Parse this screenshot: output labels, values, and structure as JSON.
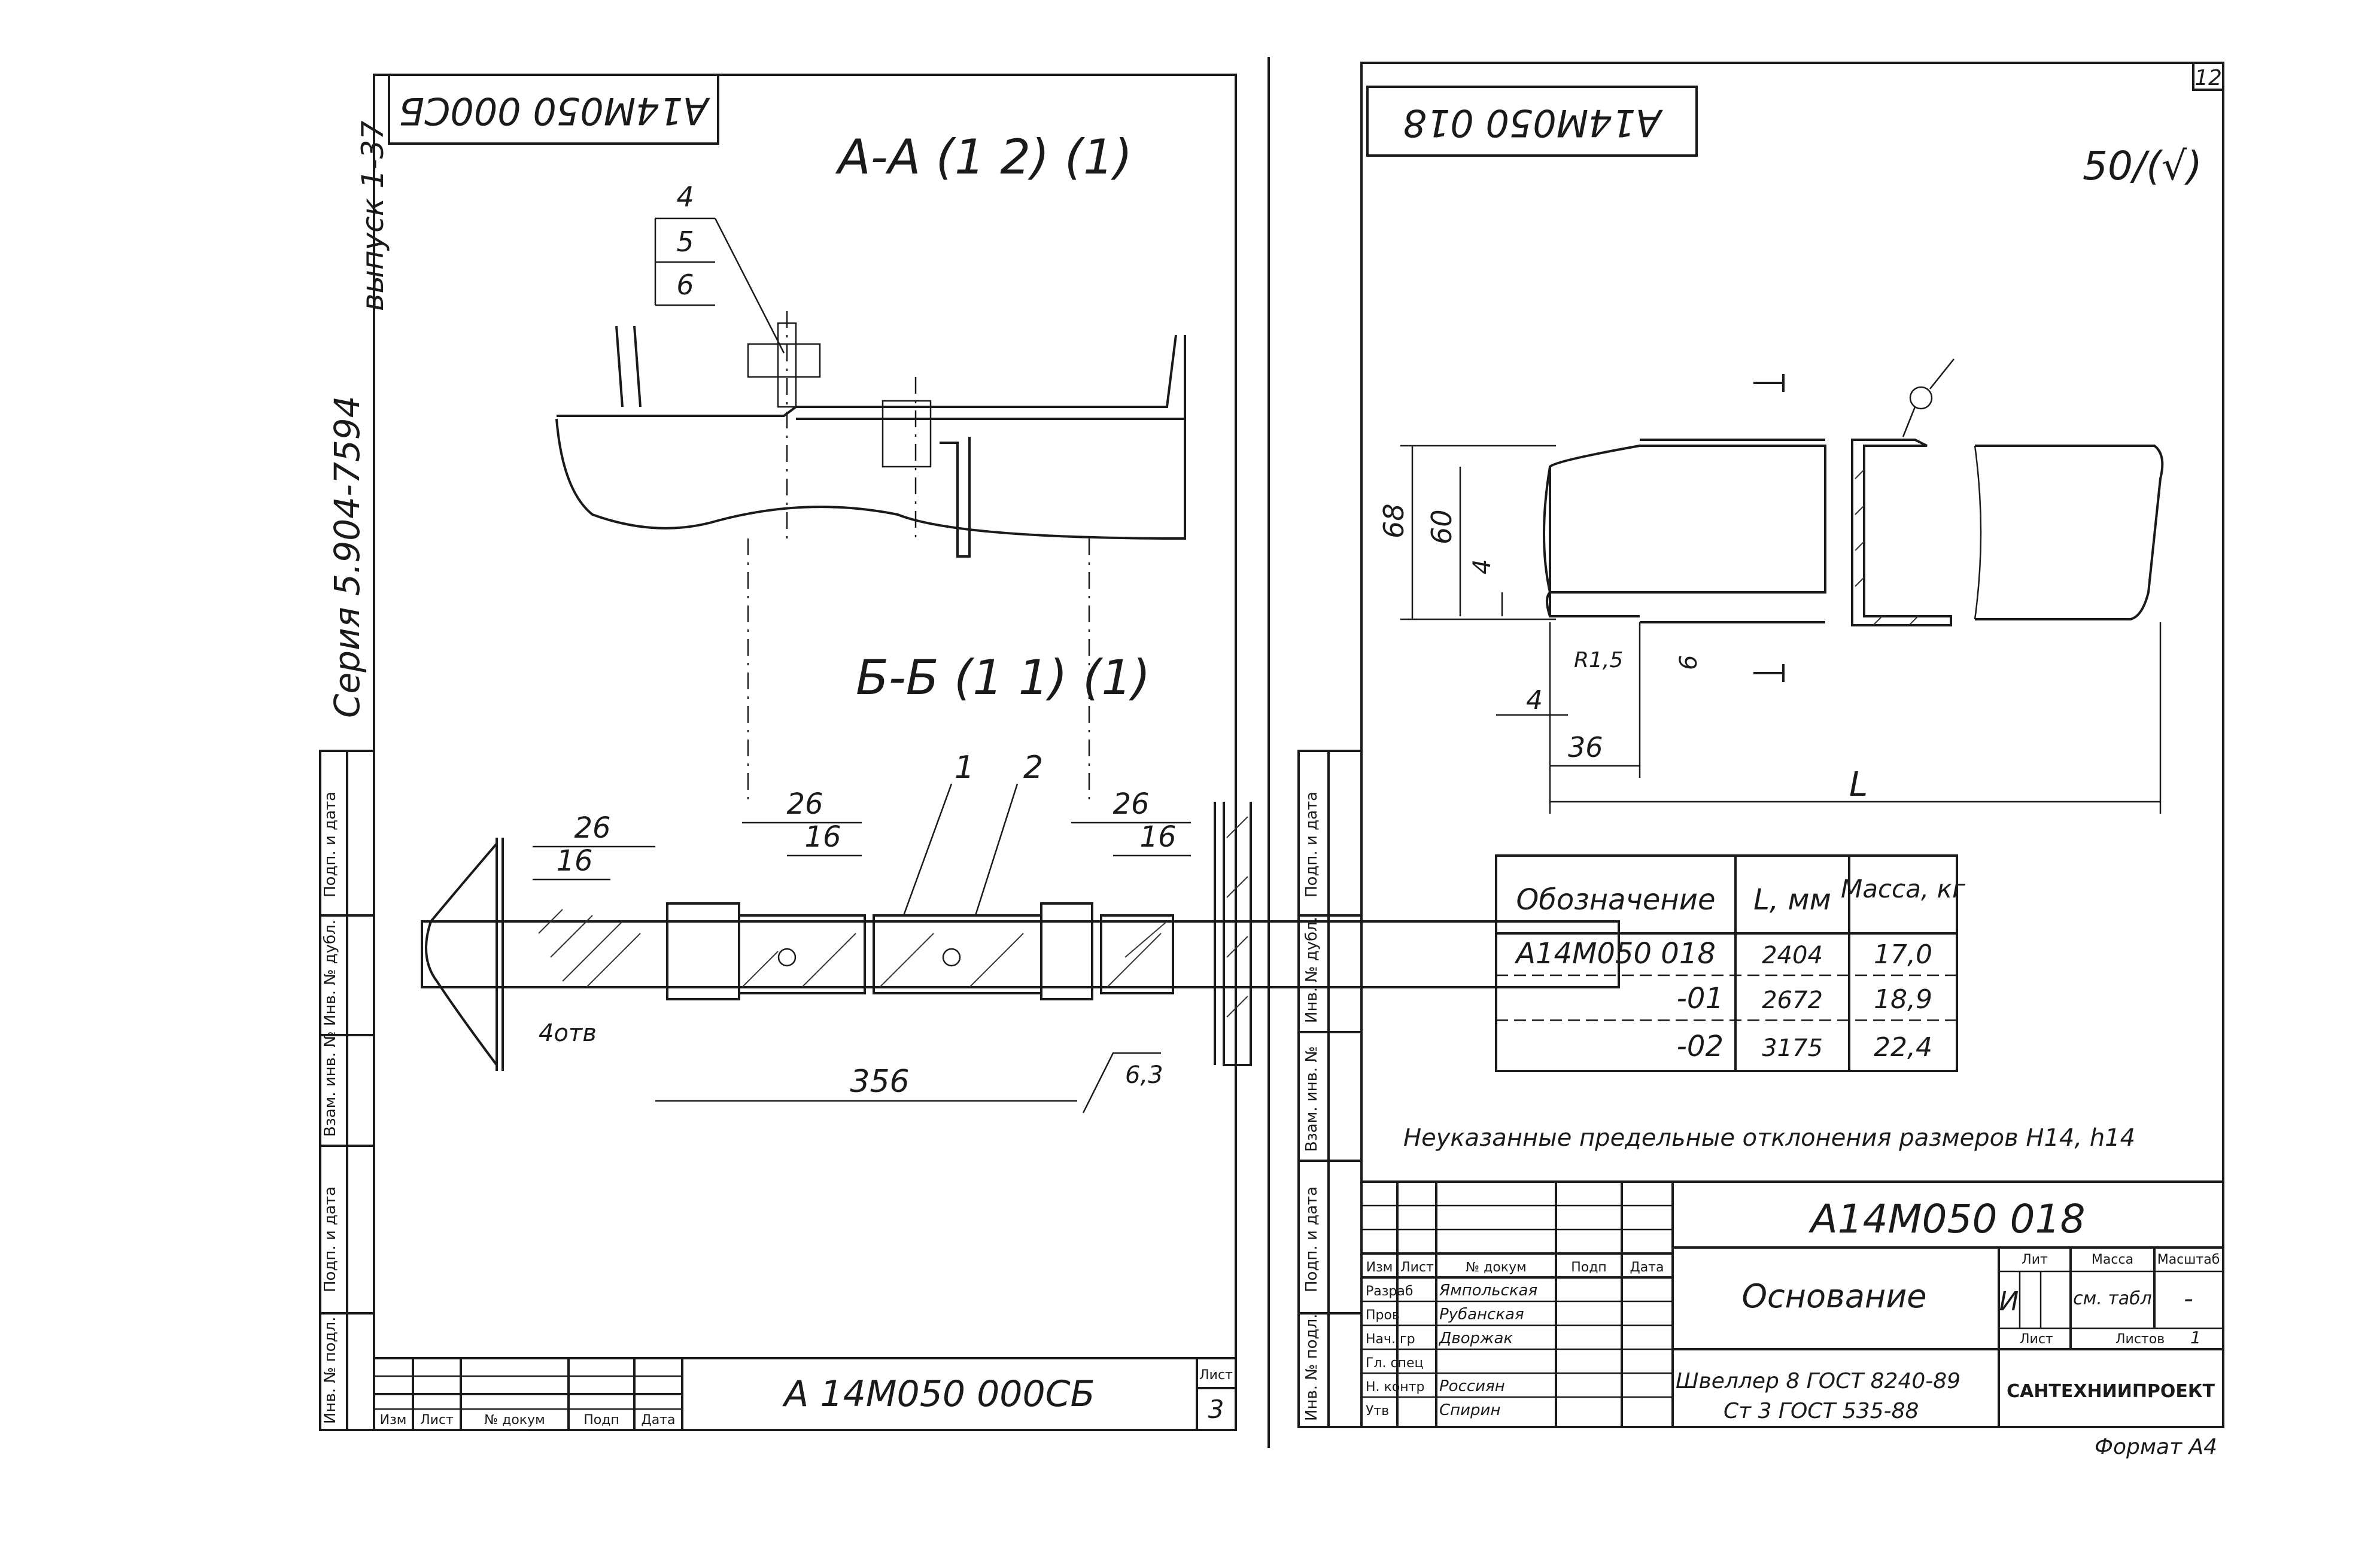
{
  "left_sheet": {
    "header_code": "А14М050 000СБ",
    "series_label": "Серия 5.904-7594",
    "issue_label": "выпуск 1-37",
    "section_aa": "А-А (1 2) (1)",
    "section_bb": "Б-Б (1 1) (1)",
    "callouts": [
      "4",
      "5",
      "6"
    ],
    "part_numbers": [
      "1",
      "2"
    ],
    "dims": {
      "d26": "26",
      "d16": "16",
      "d356": "356",
      "holes": "4отв",
      "rough": "6,3"
    },
    "side_columns": [
      "Подп. и дата",
      "Инв. № дубл.",
      "Взам. инв. №",
      "Подп. и дата",
      "Инв. № подл."
    ],
    "title_block": {
      "code": "А 14М050 000СБ",
      "sheet_label": "Лист",
      "sheet_no": "3",
      "col_heads": [
        "Изм",
        "Лист",
        "№ докум",
        "Подп",
        "Дата"
      ]
    }
  },
  "right_sheet": {
    "page_number": "12",
    "header_code": "А14М050 018",
    "roughness": "50/(√)",
    "dims": {
      "d68": "68",
      "d60": "60",
      "d4a": "4",
      "d4b": "4",
      "r15": "R1,5",
      "d6": "6",
      "d36": "36",
      "L": "L"
    },
    "table": {
      "headers": [
        "Обозначение",
        "L, мм",
        "Масса, кг"
      ],
      "rows": [
        [
          "А14М050 018",
          "2404",
          "17,0"
        ],
        [
          "-01",
          "2672",
          "18,9"
        ],
        [
          "-02",
          "3175",
          "22,4"
        ]
      ]
    },
    "note": "Неуказанные предельные отклонения размеров H14, h14",
    "title_block": {
      "code": "А14М050 018",
      "name": "Основание",
      "material_line1": "Швеллер 8 ГОСТ 8240-89",
      "material_line2": "Ст 3 ГОСТ 535-88",
      "org": "САНТЕХНИИПРОЕКТ",
      "format": "Формат А4",
      "lit_label": "Лит",
      "mass_label": "Масса",
      "scale_label": "Масштаб",
      "lit_value": "И",
      "mass_value": "см. табл",
      "scale_value": "-",
      "sheet_label": "Лист",
      "sheets_label": "Листов",
      "sheets_value": "1",
      "col_heads": [
        "Изм",
        "Лист",
        "№ докум",
        "Подп",
        "Дата"
      ],
      "roles": [
        "Разраб",
        "Пров",
        "Нач. гр",
        "Гл. спец",
        "Н. контр",
        "Утв"
      ],
      "people": [
        "Ямпольская",
        "Рубанская",
        "Дворжак",
        "",
        "Россиян",
        "Спирин"
      ]
    }
  }
}
